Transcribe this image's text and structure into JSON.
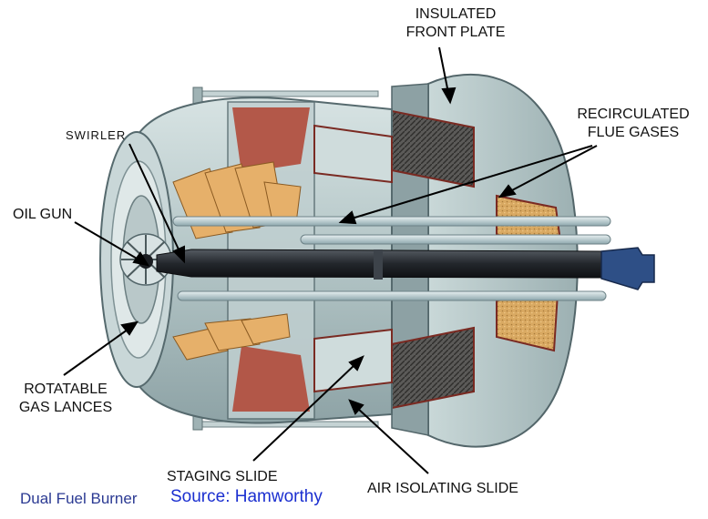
{
  "labels": {
    "insulated_front_plate": [
      "INSULATED",
      "FRONT PLATE"
    ],
    "recirculated_flue_gases": [
      "RECIRCULATED",
      "FLUE GASES"
    ],
    "swirler": "SWIRLER",
    "oil_gun": "OIL GUN",
    "rotatable_gas_lances": [
      "ROTATABLE",
      "GAS LANCES"
    ],
    "staging_slide": "STAGING SLIDE",
    "air_isolating_slide": "AIR ISOLATING SLIDE"
  },
  "caption": "Dual Fuel Burner",
  "source": "Source: Hamworthy"
}
